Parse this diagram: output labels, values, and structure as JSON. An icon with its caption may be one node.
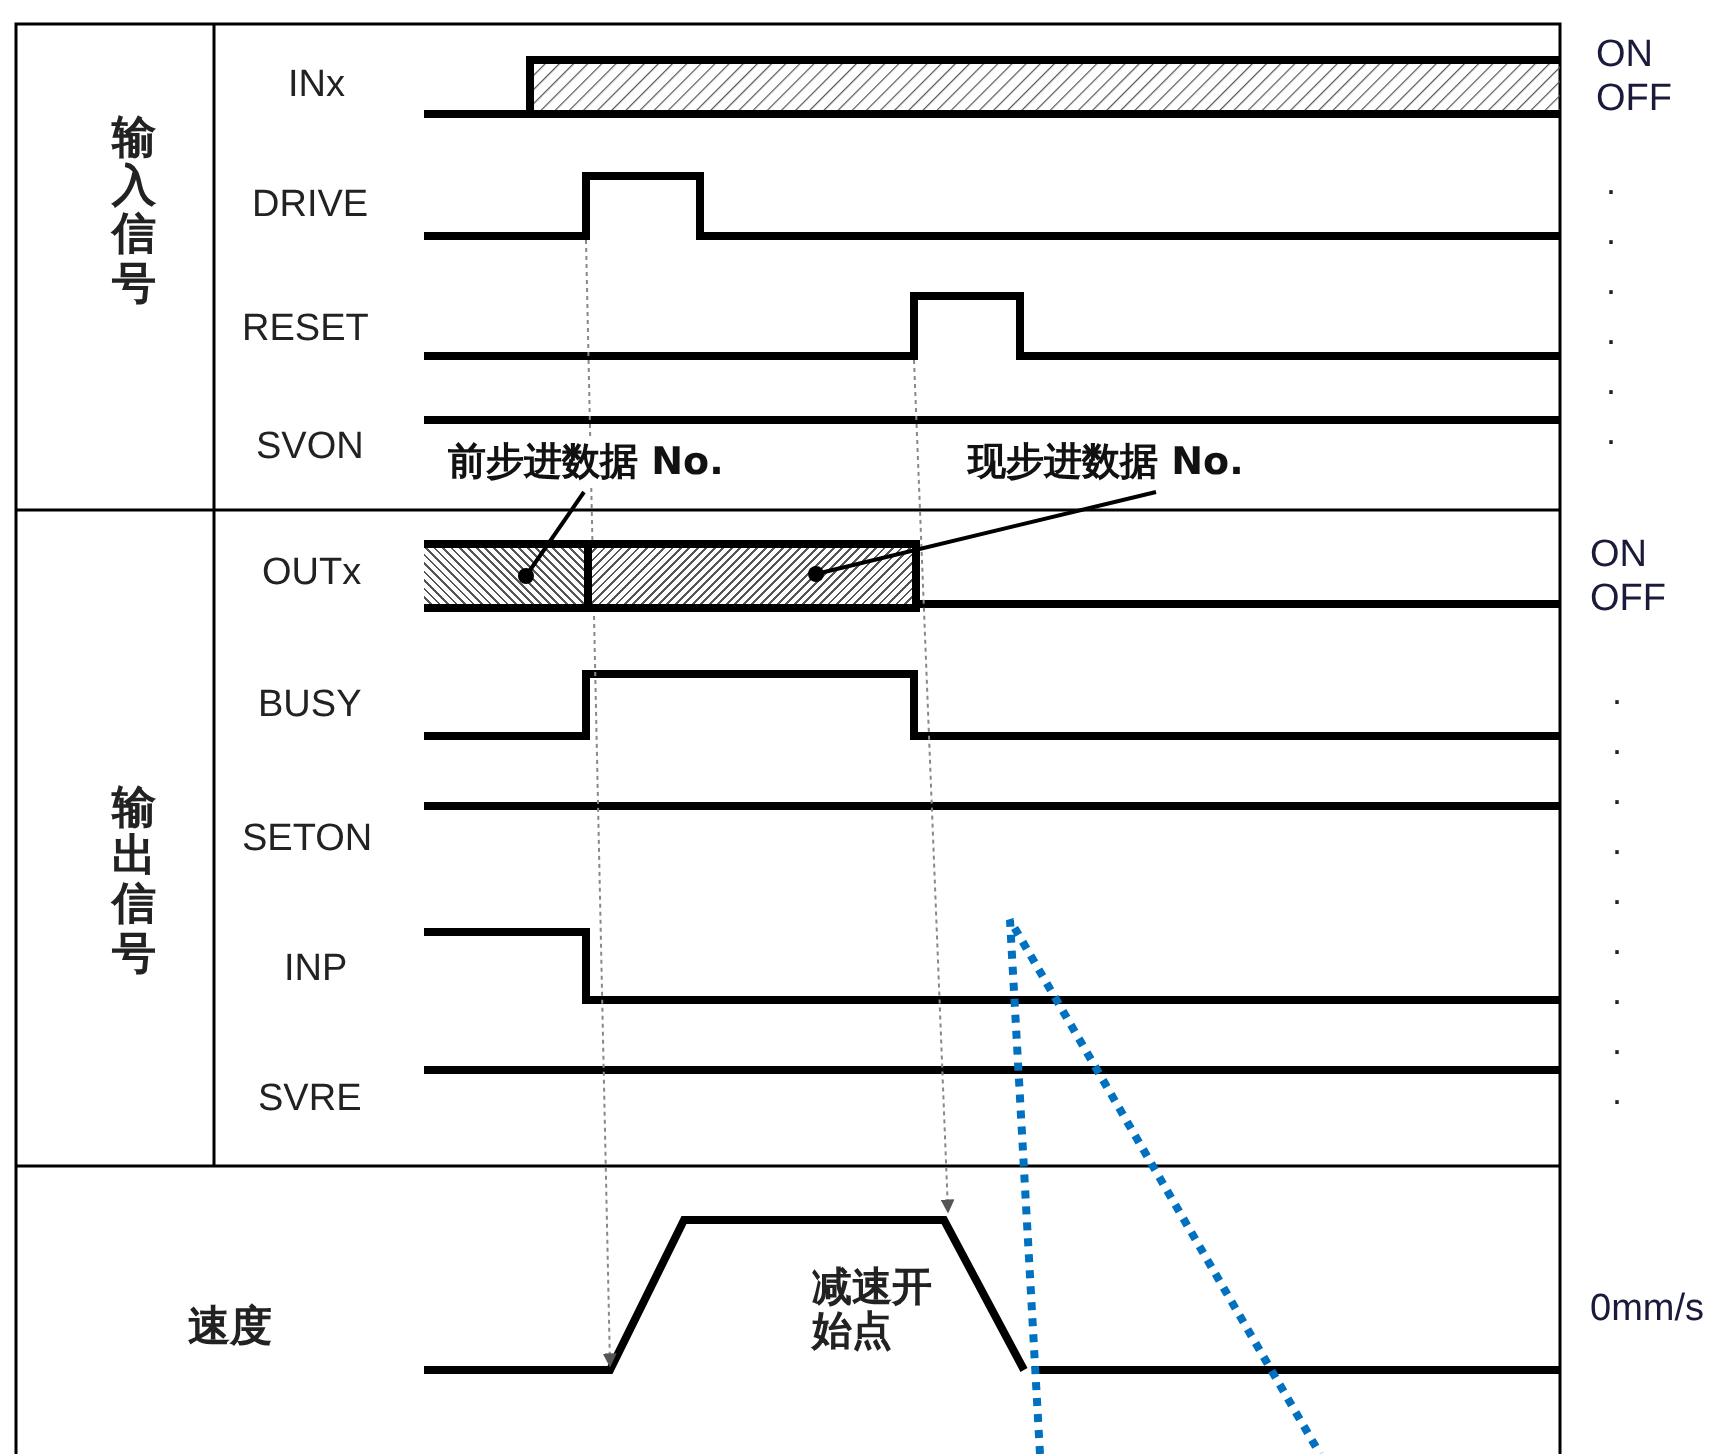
{
  "diagram": {
    "nodes": [
      {
        "text": [
          "前步进数据 No."
        ]
      },
      {
        "text": [],
        "shape": "box"
      },
      {
        "text": [
          "现步进数据 No."
        ]
      },
      {
        "text": [],
        "shape": "box"
      }
    ],
    "edges": [
      {
        "from": 0,
        "to": 1,
        "arrow": "other"
      },
      {
        "from": 2,
        "to": 3,
        "arrow": "other"
      }
    ],
    "labels": [
      "输入信号",
      "INx",
      "DRIVE",
      "RESET",
      "SVON",
      "输出信号",
      "OUTx",
      "BUSY",
      "SETON",
      "INP",
      "SVRE",
      "速度",
      "减速开始点",
      "ON",
      "OFF",
      ".",
      ".",
      ".",
      ".",
      ".",
      ".",
      "ON",
      "OFF",
      ".",
      ".",
      ".",
      ".",
      ".",
      ".",
      ".",
      ".",
      ".",
      "0mm/s"
    ]
  }
}
